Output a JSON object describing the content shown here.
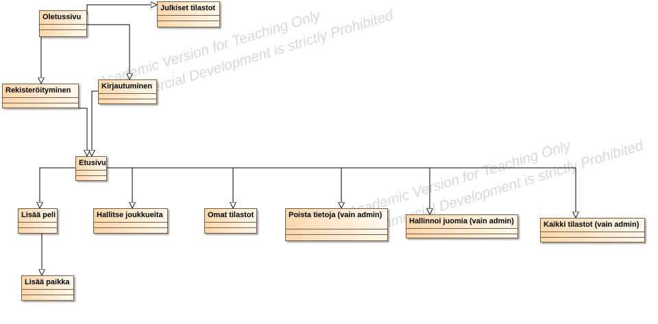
{
  "diagram": {
    "classes": [
      {
        "id": "oletussivu",
        "name": "Oletussivu"
      },
      {
        "id": "julkiset",
        "name": "Julkiset tilastot"
      },
      {
        "id": "rekisteroityminen",
        "name": "Rekisteröityminen"
      },
      {
        "id": "kirjautuminen",
        "name": "Kirjautuminen"
      },
      {
        "id": "etusivu",
        "name": "Etusivu"
      },
      {
        "id": "lisaa-peli",
        "name": "Lisää peli"
      },
      {
        "id": "hallitse",
        "name": "Hallitse joukkueita"
      },
      {
        "id": "omat",
        "name": "Omat tilastot"
      },
      {
        "id": "poista",
        "name": "Poista tietoja (vain admin)"
      },
      {
        "id": "hallinnoi",
        "name": "Hallinnoi juomia (vain admin)"
      },
      {
        "id": "kaikki",
        "name": "Kaikki tilastot (vain admin)"
      },
      {
        "id": "lisaa-paikka",
        "name": "Lisää paikka"
      }
    ],
    "relations": [
      {
        "from": "oletussivu",
        "to": "julkiset"
      },
      {
        "from": "oletussivu",
        "to": "kirjautuminen"
      },
      {
        "from": "oletussivu",
        "to": "rekisteroityminen"
      },
      {
        "from": "rekisteroityminen",
        "to": "etusivu"
      },
      {
        "from": "kirjautuminen",
        "to": "etusivu"
      },
      {
        "from": "etusivu",
        "to": "lisaa-peli"
      },
      {
        "from": "etusivu",
        "to": "hallitse"
      },
      {
        "from": "etusivu",
        "to": "omat"
      },
      {
        "from": "etusivu",
        "to": "poista"
      },
      {
        "from": "etusivu",
        "to": "hallinnoi"
      },
      {
        "from": "etusivu",
        "to": "kaikki"
      },
      {
        "from": "lisaa-peli",
        "to": "lisaa-paikka"
      }
    ]
  },
  "watermark": {
    "line1": "Academic Version for Teaching Only",
    "line2": "Commercial Development is strictly Prohibited"
  }
}
